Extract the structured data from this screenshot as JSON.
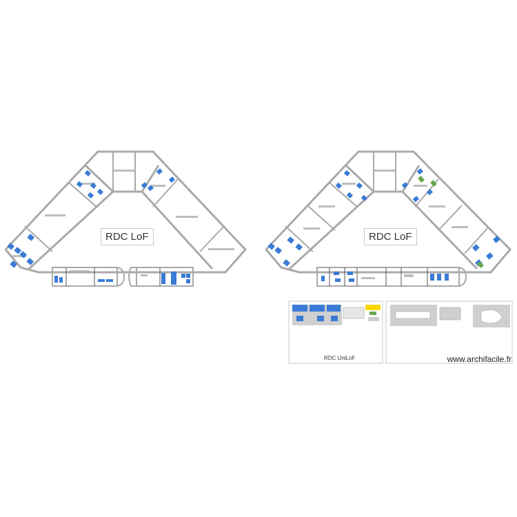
{
  "plans": {
    "left_title": "RDC LoF",
    "right_title": "RDC LoF",
    "unilof_title": "RDC UniLoF"
  },
  "watermark": "www.archifacile.fr",
  "colors": {
    "wall": "#a9a9a9",
    "furniture_blue": "#3a7bd5",
    "furniture_green": "#6aa84f",
    "furniture_yellow": "#ffd700",
    "floor_grey": "#cfcfcf",
    "panel_border": "#c8c8c8"
  }
}
